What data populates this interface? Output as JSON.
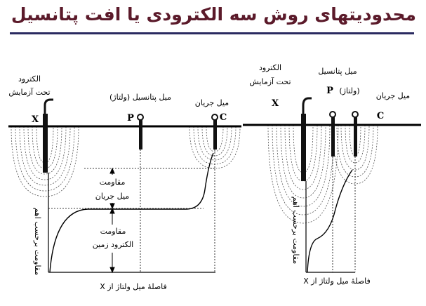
{
  "title": "محدودیتهای روش سه الکترودی یا افت پتانسیل",
  "left": {
    "electrode_test": [
      "الکترود",
      "تحت آزمایش"
    ],
    "electrode_potential": "میل پتانسیل (ولتاژ)",
    "electrode_current": "میل جریان",
    "letter_x": "X",
    "letter_p": "P",
    "letter_c": "C",
    "res_current": [
      "مقاومت",
      "میل جریان"
    ],
    "res_ground": [
      "مقاومت",
      "الکترود زمین"
    ],
    "ylabel": "مقاومت برحسب اهم",
    "xlabel": "فاصلهٔ میل ولتاژ از X"
  },
  "right": {
    "electrode_test": [
      "الکترود",
      "تحت آزمایش"
    ],
    "electrode_potential": [
      "میل پتانسیل",
      "(ولتاژ)"
    ],
    "electrode_current": "میل جریان",
    "letter_x": "X",
    "letter_p": "P",
    "letter_c": "C",
    "ylabel": "مقاومت برحسب اهم",
    "xlabel": "فاصلهٔ میل ولتاژ از X"
  },
  "colors": {
    "title": "#5b1a2a",
    "underline": "#2a2a60",
    "field_lines": "#555555"
  }
}
